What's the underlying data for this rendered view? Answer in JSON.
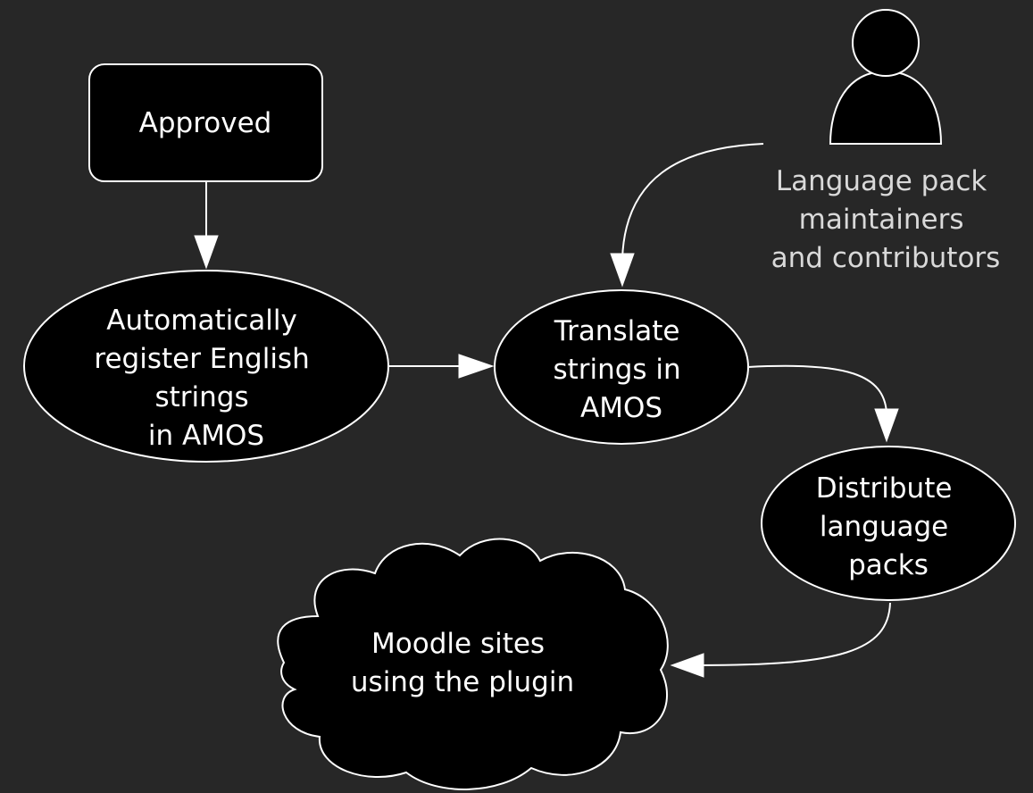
{
  "diagram": {
    "nodes": {
      "approved": {
        "lines": [
          "Approved"
        ]
      },
      "register": {
        "lines": [
          "Automatically",
          "register English",
          "strings",
          "in AMOS"
        ]
      },
      "translate": {
        "lines": [
          "Translate",
          "strings in",
          "AMOS"
        ]
      },
      "distribute": {
        "lines": [
          "Distribute",
          "language",
          "packs"
        ]
      },
      "moodle_sites": {
        "lines": [
          "Moodle sites",
          "using the plugin"
        ]
      },
      "maintainers": {
        "lines": [
          "Language pack",
          "maintainers",
          "and contributors"
        ]
      }
    },
    "edges": [
      {
        "from": "approved",
        "to": "register"
      },
      {
        "from": "register",
        "to": "translate"
      },
      {
        "from": "maintainers",
        "to": "translate"
      },
      {
        "from": "translate",
        "to": "distribute"
      },
      {
        "from": "distribute",
        "to": "moodle_sites"
      }
    ]
  }
}
